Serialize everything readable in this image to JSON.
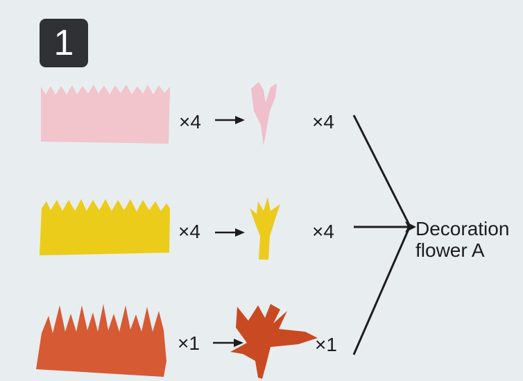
{
  "step": {
    "number": "1"
  },
  "rows": [
    {
      "strip_color": "#f2c4cc",
      "flower_color": "#efbfcb",
      "strip_count": "×4",
      "flower_count": "×4"
    },
    {
      "strip_color": "#ebcc1b",
      "flower_color": "#eccb1d",
      "strip_count": "×4",
      "flower_count": "×4"
    },
    {
      "strip_color": "#d65a33",
      "flower_color": "#c94a22",
      "strip_count": "×1",
      "flower_count": "×1"
    }
  ],
  "result": {
    "line1": "Decoration",
    "line2": "flower A"
  },
  "colors": {
    "background": "#e8edf0",
    "badge": "#2f3134",
    "ink": "#1c1c1c"
  }
}
